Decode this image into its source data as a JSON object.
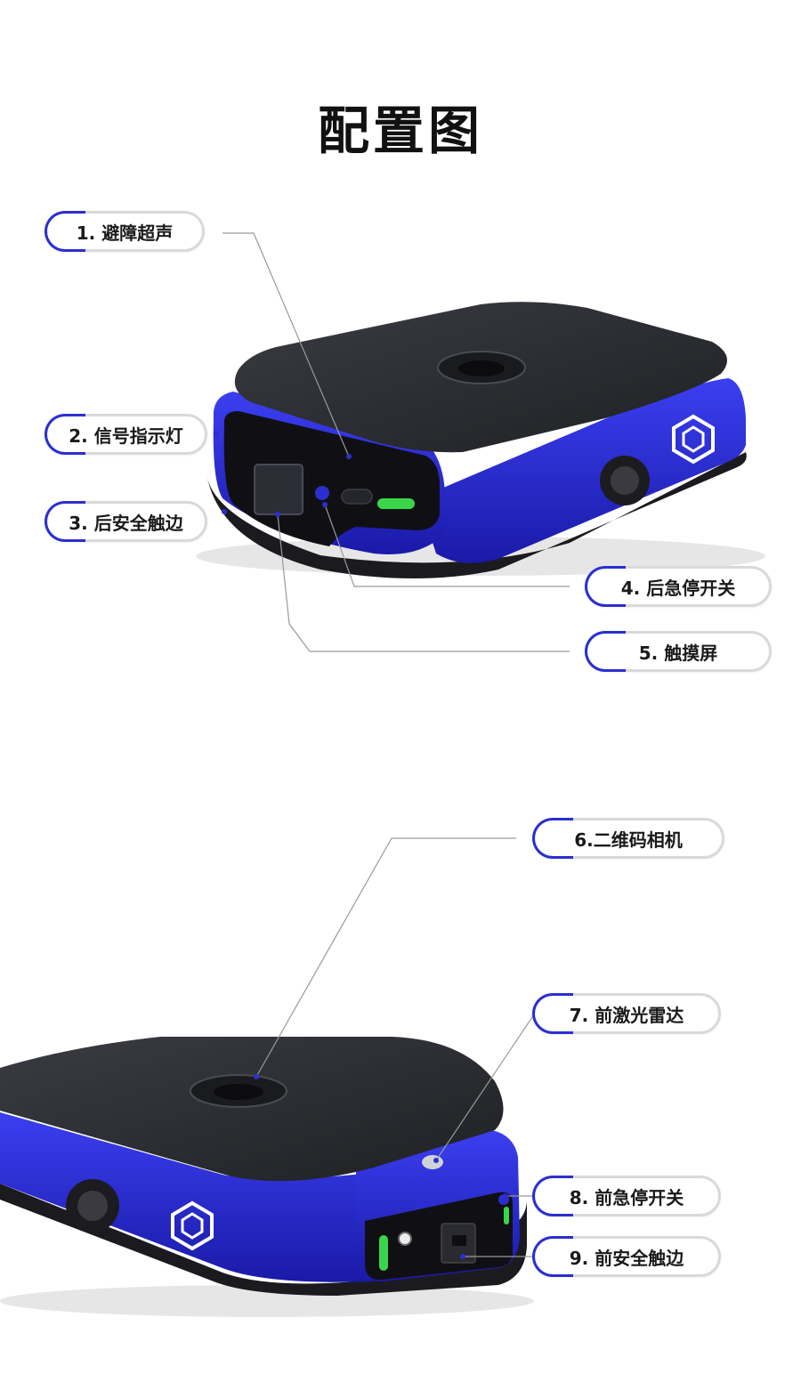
{
  "page": {
    "title": "配置图"
  },
  "colors": {
    "robot_body": "#2a2bd6",
    "robot_body_dark": "#1616a0",
    "top_plate": "#2b2d33",
    "accent_arc": "#2a2fd0",
    "indicator_green": "#39d64a",
    "callout_line": "#9a9a9a"
  },
  "callouts": [
    {
      "label": "1.  避障超声"
    },
    {
      "label": "2.  信号指示灯"
    },
    {
      "label": "3.  后安全触边"
    },
    {
      "label": "4.  后急停开关"
    },
    {
      "label": "5.  触摸屏"
    },
    {
      "label": "6.二维码相机"
    },
    {
      "label": "7.  前激光雷达"
    },
    {
      "label": "8.  前急停开关"
    },
    {
      "label": "9.  前安全触边"
    }
  ]
}
